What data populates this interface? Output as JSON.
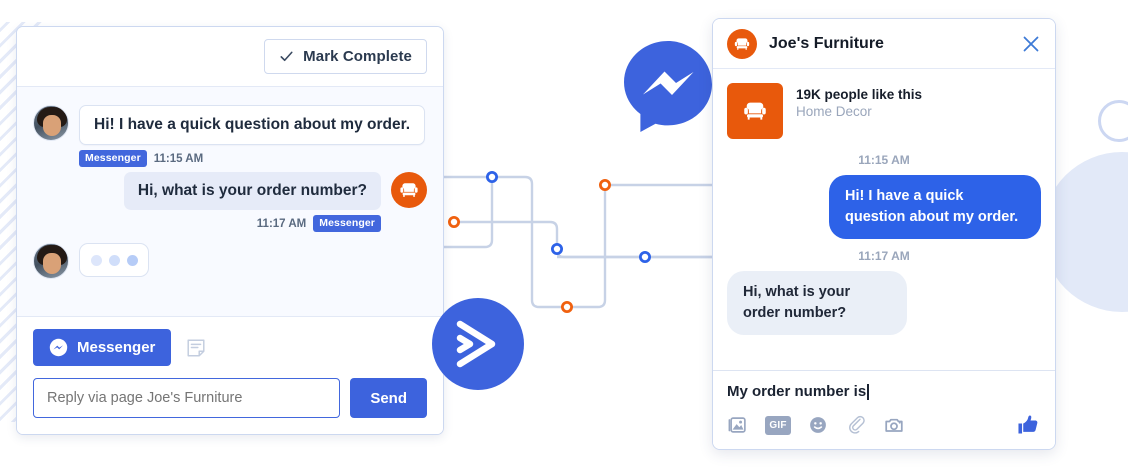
{
  "inbox": {
    "toolbar": {
      "mark_complete_label": "Mark Complete",
      "check_icon": "check-icon"
    },
    "messages": [
      {
        "direction": "in",
        "text": "Hi! I have a quick question about my order.",
        "channel": "Messenger",
        "time": "11:15 AM"
      },
      {
        "direction": "out",
        "text": "Hi, what is your order number?",
        "channel": "Messenger",
        "time": "11:17 AM"
      }
    ],
    "typing_indicator": "typing-indicator",
    "composer": {
      "channel_label": "Messenger",
      "channel_icon": "messenger-icon",
      "note_icon": "note-icon",
      "reply_placeholder": "Reply via page Joe's Furniture",
      "reply_value": "",
      "send_label": "Send"
    }
  },
  "branding": {
    "messenger_orb_icon": "messenger-logo-icon",
    "sprout_orb_icon": "sprout-social-logo-icon",
    "page_avatar_icon": "armchair-icon"
  },
  "messenger_widget": {
    "header": {
      "title": "Joe's Furniture",
      "avatar_icon": "armchair-icon",
      "close_icon": "close-icon"
    },
    "page_card": {
      "likes": "19K people like this",
      "category": "Home Decor",
      "logo_icon": "armchair-icon"
    },
    "thread": [
      {
        "time": "11:15 AM",
        "direction": "out",
        "text": "Hi! I have a quick question about my order."
      },
      {
        "time": "11:17 AM",
        "direction": "in",
        "text": "Hi, what is your order number?"
      }
    ],
    "composer": {
      "draft_text": "My order number is",
      "icons": [
        "photo-icon",
        "gif-icon",
        "emoji-icon",
        "attachment-icon",
        "camera-icon"
      ],
      "gif_label": "GIF",
      "like_icon": "thumbs-up-icon"
    }
  },
  "colors": {
    "messenger_blue": "#3d63dd",
    "bubble_blue": "#2d62e8",
    "brand_orange": "#e8590c",
    "connector_grey": "#c7d2e6",
    "node_blue": "#2d62e8",
    "node_orange": "#f0610f"
  }
}
